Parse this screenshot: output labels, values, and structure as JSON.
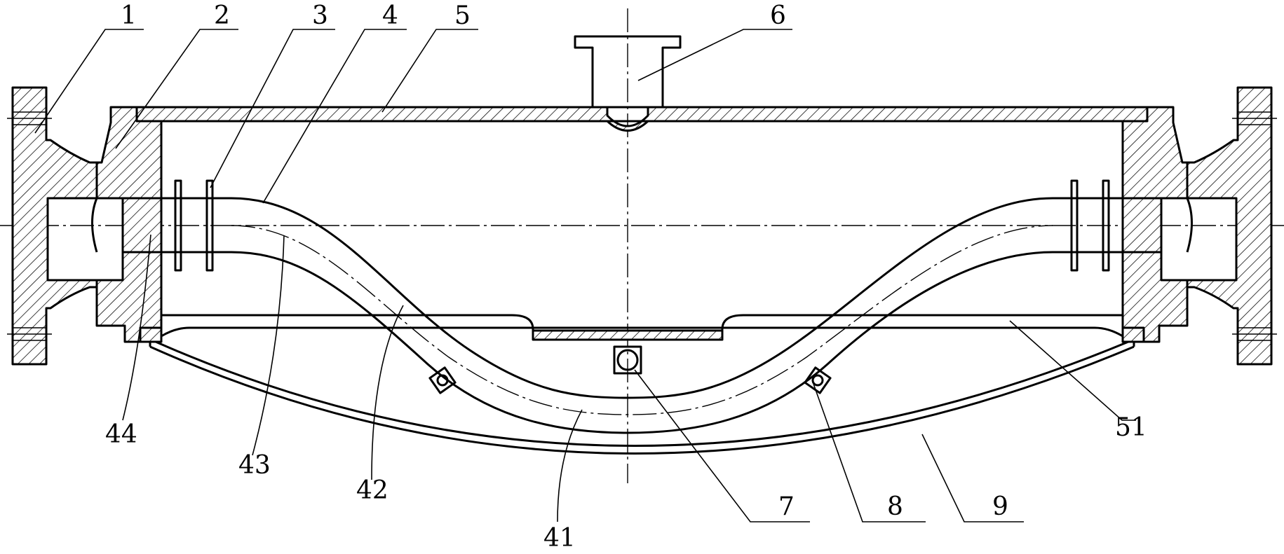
{
  "labels": {
    "l1": "1",
    "l2": "2",
    "l3": "3",
    "l4": "4",
    "l5": "5",
    "l6": "6",
    "l7": "7",
    "l8": "8",
    "l9": "9",
    "l41": "41",
    "l42": "42",
    "l43": "43",
    "l44": "44",
    "l51": "51"
  },
  "colors": {
    "line": "#000000",
    "background": "#ffffff"
  }
}
